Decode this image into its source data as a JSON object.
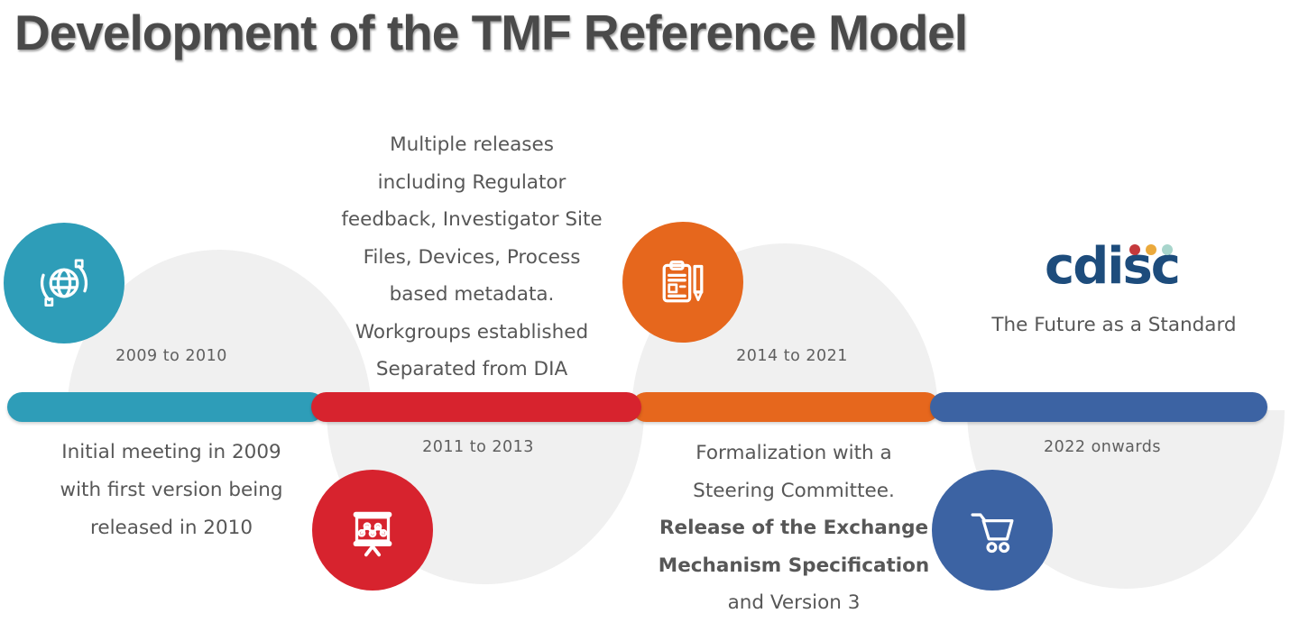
{
  "title": "Development of the TMF Reference Model",
  "colors": {
    "teal": "#2E9DB8",
    "red": "#D7232E",
    "orange": "#E6671D",
    "blue": "#3C63A3",
    "dome_gray": "#F0F0F0",
    "body_text": "#575757",
    "title_text": "#4A4A4A",
    "cdisc_navy": "#1D4C7C",
    "cdisc_dot_red": "#C5393C",
    "cdisc_dot_amber": "#EBA93B",
    "cdisc_dot_teal": "#A8D5CC"
  },
  "timeline": {
    "segments": [
      {
        "period": "2009 to 2010",
        "color": "#2E9DB8",
        "icon": "globe-sync-icon",
        "description_lines": [
          "Initial meeting in 2009",
          "with first version being",
          "released in 2010"
        ]
      },
      {
        "period": "2011 to 2013",
        "color": "#D7232E",
        "icon": "presentation-chart-icon",
        "description_lines": [
          "Multiple releases",
          "including Regulator",
          "feedback, Investigator Site",
          "Files, Devices, Process",
          "based metadata.",
          "Workgroups established",
          "Separated from DIA"
        ]
      },
      {
        "period": "2014 to 2021",
        "color": "#E6671D",
        "icon": "clipboard-pencil-icon",
        "description_lines": [
          "Formalization with a",
          "Steering Committee.",
          {
            "text": "Release of the Exchange",
            "bold": true
          },
          {
            "text": "Mechanism Specification",
            "bold": true
          },
          "and Version 3"
        ]
      },
      {
        "period": "2022 onwards",
        "color": "#3C63A3",
        "icon": "shopping-cart-icon",
        "logo_text": "cdisc",
        "tagline": "The Future as a Standard"
      }
    ]
  }
}
